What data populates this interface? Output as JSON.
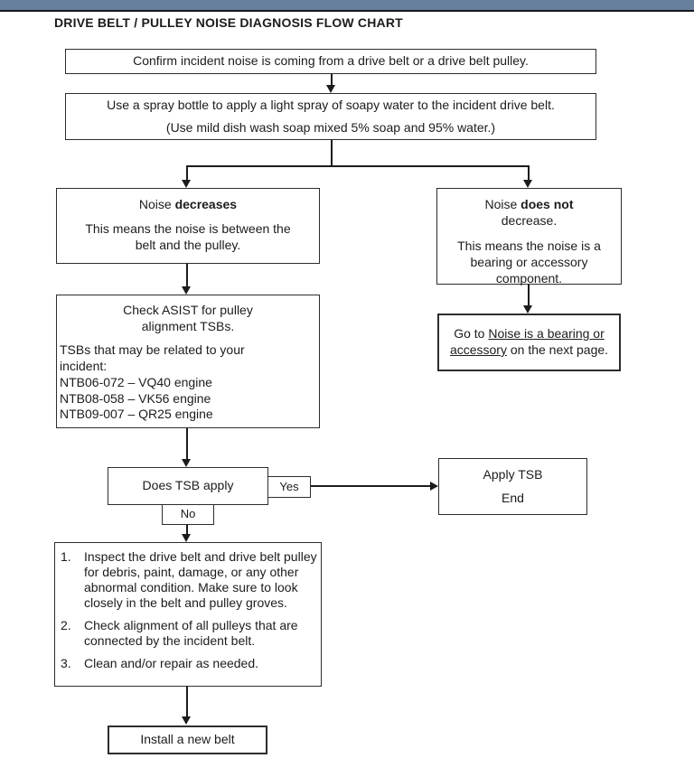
{
  "page": {
    "title": "DRIVE BELT / PULLEY NOISE DIAGNOSIS FLOW CHART"
  },
  "colors": {
    "top_bar_blue": "#66809e",
    "line_black": "#1c1c1c"
  },
  "flowchart": {
    "confirm": {
      "text": "Confirm incident noise is coming from a drive belt or a drive belt pulley."
    },
    "spray": {
      "line1": "Use a spray bottle to apply a light spray of soapy water to the incident drive belt.",
      "line2": "(Use mild dish wash soap mixed 5% soap and 95% water.)"
    },
    "noise_decreases": {
      "title_normal": "Noise ",
      "title_bold": "decreases",
      "body": "This means the noise is between the belt and the pulley."
    },
    "noise_does_not_decrease": {
      "title_normal": "Noise ",
      "title_bold": "does not",
      "title_line2": "decrease.",
      "body": "This means the noise is a bearing or accessory component."
    },
    "check_asist": {
      "heading": "Check ASIST for pulley alignment TSBs.",
      "intro": "TSBs that may be related to your incident:",
      "tsb_lines": [
        "NTB06-072 – VQ40 engine",
        "NTB08-058 – VK56 engine",
        "NTB09-007 – QR25 engine"
      ]
    },
    "goto_bearing": {
      "prefix": "Go to ",
      "link_text": "Noise is a bearing or accessory",
      "suffix": " on the next page."
    },
    "does_tsb_apply": {
      "text": "Does TSB apply"
    },
    "yes_label": "Yes",
    "no_label": "No",
    "apply_tsb": {
      "line1": "Apply TSB",
      "line2": "End"
    },
    "inspect_steps": {
      "numbers": [
        "1.",
        "2.",
        "3."
      ],
      "items": [
        "Inspect the drive belt and drive belt pulley for debris, paint, damage, or any other abnormal condition. Make sure to look closely in the belt and pulley groves.",
        "Check alignment of all pulleys that are connected by the incident belt.",
        "Clean and/or repair as needed."
      ]
    },
    "install_belt": {
      "text": "Install a new belt"
    }
  }
}
